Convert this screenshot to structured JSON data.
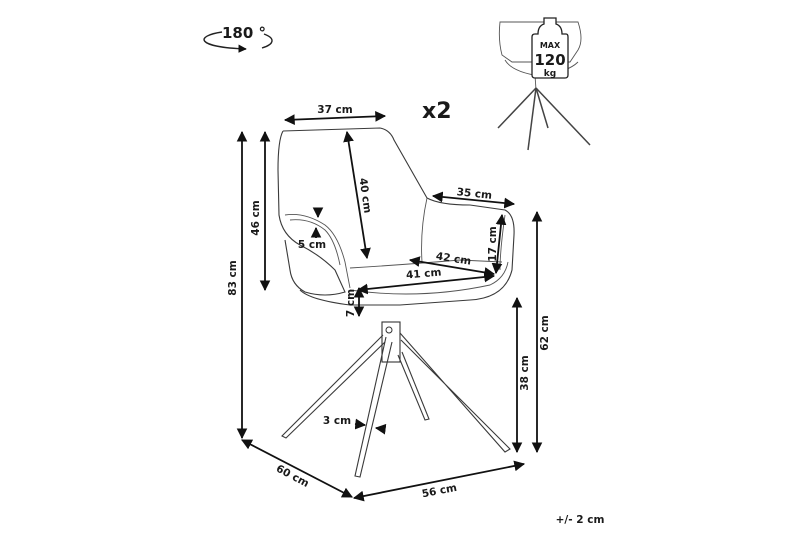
{
  "rotation": {
    "label": "180 °"
  },
  "quantity": {
    "label": "x2"
  },
  "max_load": {
    "line1": "MAX",
    "line2": "120",
    "line3": "kg"
  },
  "dimensions": {
    "backrest_width": "37 cm",
    "backrest_height": "40 cm",
    "back_height": "46 cm",
    "total_height": "83 cm",
    "armrest_thickness": "5 cm",
    "armrest_length": "35 cm",
    "armrest_height": "17 cm",
    "seat_depth": "42 cm",
    "seat_width": "41 cm",
    "seat_thickness": "7 cm",
    "seat_height": "38 cm",
    "armrest_floor_height": "62 cm",
    "leg_width": "3 cm",
    "depth": "60 cm",
    "width": "56 cm"
  },
  "tolerance": "+/- 2 cm",
  "colors": {
    "line": "#3a3a3a",
    "text": "#1a1a1a",
    "background": "#ffffff"
  }
}
